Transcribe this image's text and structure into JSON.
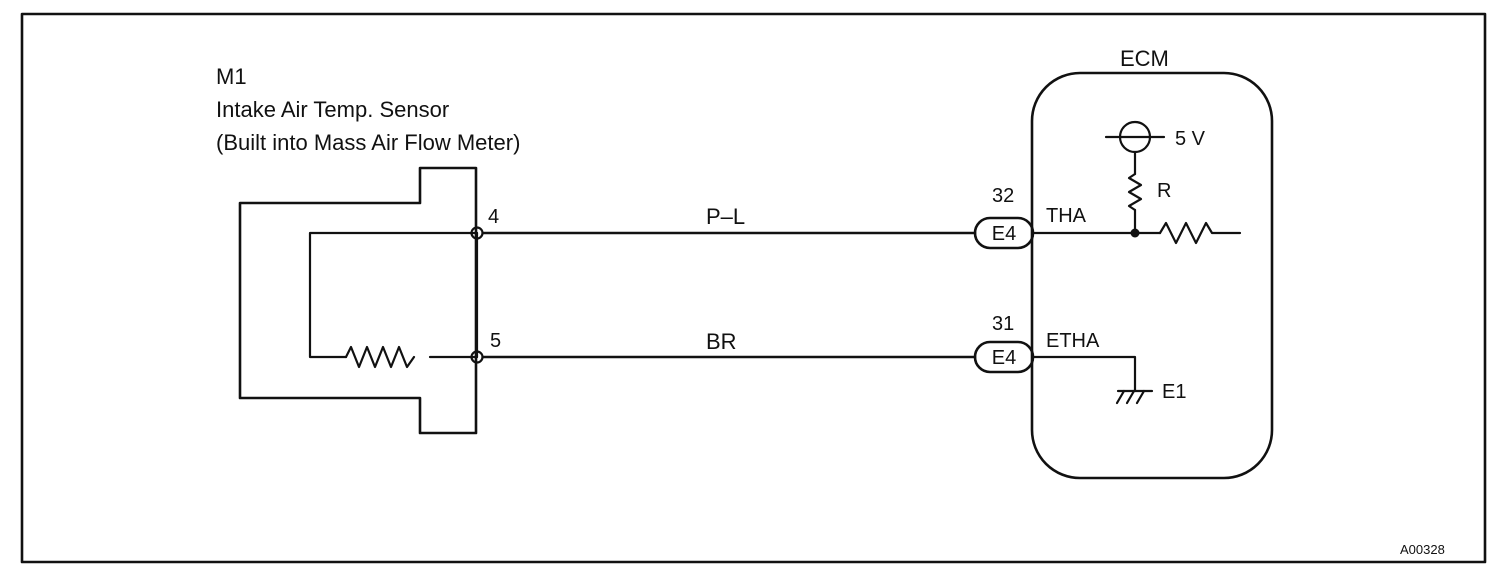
{
  "sensor": {
    "id": "M1",
    "name": "Intake Air Temp. Sensor",
    "note": "(Built into Mass Air Flow Meter)"
  },
  "ecm": {
    "title": "ECM",
    "supply_label": "5 V",
    "resistor_label": "R",
    "ground_label": "E1"
  },
  "circuits": [
    {
      "sensor_pin": "4",
      "wire_color": "P–L",
      "ecm_pin": "32",
      "connector": "E4",
      "signal": "THA"
    },
    {
      "sensor_pin": "5",
      "wire_color": "BR",
      "ecm_pin": "31",
      "connector": "E4",
      "signal": "ETHA"
    }
  ],
  "figure_code": "A00328",
  "colors": {
    "ink": "#111111",
    "paper": "#ffffff"
  }
}
